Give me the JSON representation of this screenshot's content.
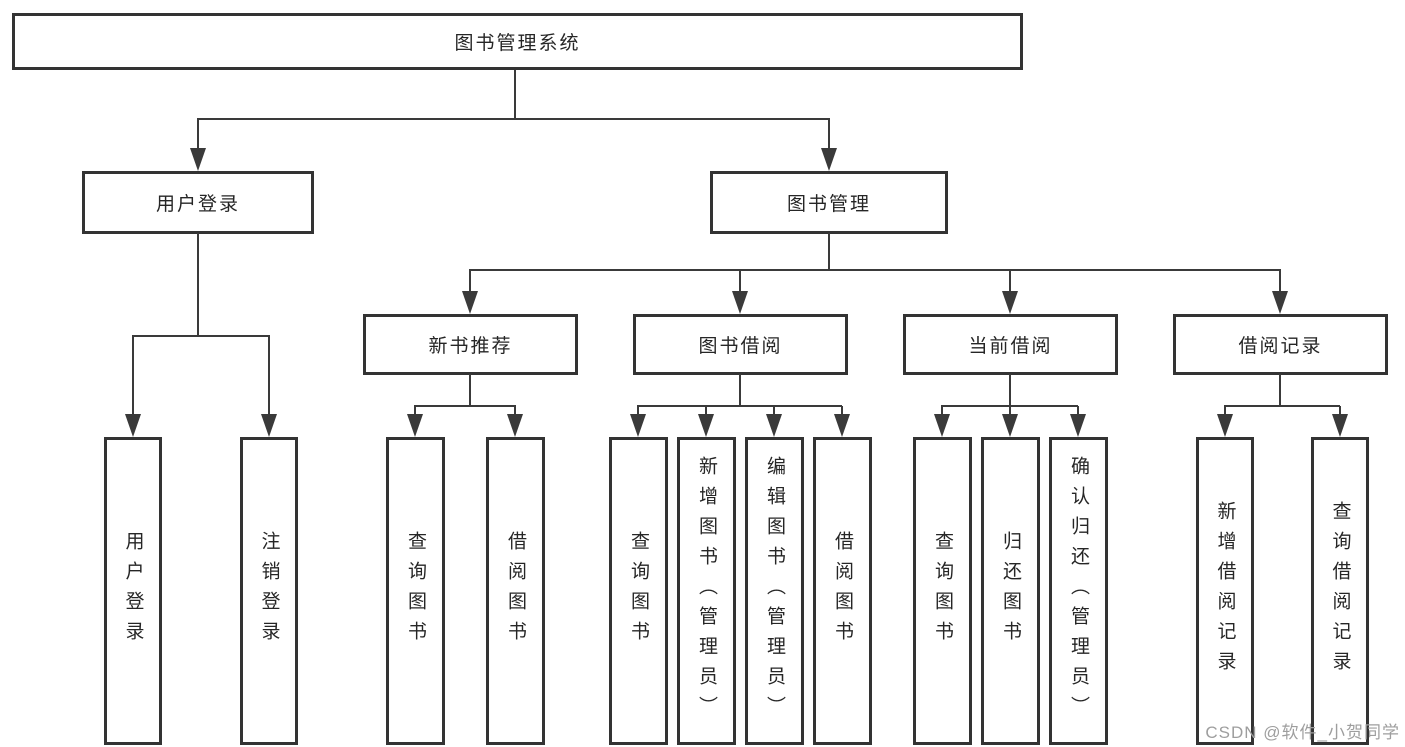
{
  "title": "图书管理系统",
  "colors": {
    "background": "#ffffff",
    "line": "#3a3a3a",
    "box_border": "#333333",
    "text": "#262626",
    "watermark": "#9e9e9e"
  },
  "nodes": {
    "root": {
      "label": "图书管理系统"
    },
    "level2": [
      {
        "label": "用户登录"
      },
      {
        "label": "图书管理"
      }
    ],
    "level3": [
      {
        "label": "新书推荐"
      },
      {
        "label": "图书借阅"
      },
      {
        "label": "当前借阅"
      },
      {
        "label": "借阅记录"
      }
    ]
  },
  "leaves": [
    {
      "label": "用户登录"
    },
    {
      "label": "注销登录"
    },
    {
      "label": "查询图书"
    },
    {
      "label": "借阅图书"
    },
    {
      "label": "查询图书"
    },
    {
      "label": "新增图书（管理员）"
    },
    {
      "label": "编辑图书（管理员）"
    },
    {
      "label": "借阅图书"
    },
    {
      "label": "查询图书"
    },
    {
      "label": "归还图书"
    },
    {
      "label": "确认归还（管理员）"
    },
    {
      "label": "新增借阅记录"
    },
    {
      "label": "查询借阅记录"
    }
  ],
  "hierarchy": {
    "图书管理系统": {
      "用户登录": [
        "用户登录",
        "注销登录"
      ],
      "图书管理": {
        "新书推荐": [
          "查询图书",
          "借阅图书"
        ],
        "图书借阅": [
          "查询图书",
          "新增图书（管理员）",
          "编辑图书（管理员）",
          "借阅图书"
        ],
        "当前借阅": [
          "查询图书",
          "归还图书",
          "确认归还（管理员）"
        ],
        "借阅记录": [
          "新增借阅记录",
          "查询借阅记录"
        ]
      }
    }
  },
  "watermark": {
    "text": "CSDN @软件_小贺同学"
  }
}
